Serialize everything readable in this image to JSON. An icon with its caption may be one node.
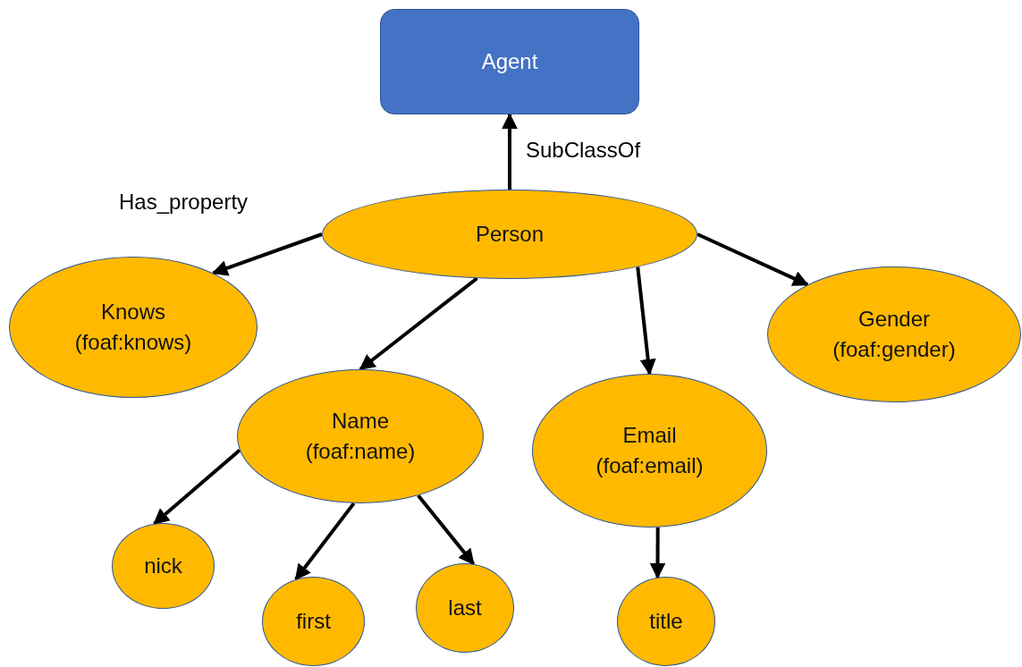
{
  "diagram": {
    "nodes": [
      {
        "text": [
          "Agent"
        ]
      },
      {
        "text": [
          "Person"
        ]
      },
      {
        "text": [
          "Knows",
          "(foaf:knows)"
        ]
      },
      {
        "text": [
          "Name",
          "(foaf:name)"
        ]
      },
      {
        "text": [
          "Email",
          "(foaf:email)"
        ]
      },
      {
        "text": [
          "Gender",
          "(foaf:gender)"
        ]
      },
      {
        "text": [
          "nick"
        ]
      },
      {
        "text": [
          "first"
        ]
      },
      {
        "text": [
          "last"
        ]
      },
      {
        "text": [
          "title"
        ]
      }
    ],
    "edges": [
      {
        "from": 1,
        "to": 0,
        "arrow": "to",
        "label": "SubClassOf"
      },
      {
        "from": 1,
        "to": 2,
        "arrow": "to"
      },
      {
        "from": 1,
        "to": 3,
        "arrow": "to"
      },
      {
        "from": 1,
        "to": 4,
        "arrow": "to"
      },
      {
        "from": 1,
        "to": 5,
        "arrow": "to"
      },
      {
        "from": 3,
        "to": 6,
        "arrow": "to"
      },
      {
        "from": 3,
        "to": 7,
        "arrow": "to"
      },
      {
        "from": 3,
        "to": 8,
        "arrow": "to"
      },
      {
        "from": 4,
        "to": 9,
        "arrow": "to"
      }
    ],
    "labels": [
      "Has_property"
    ]
  }
}
